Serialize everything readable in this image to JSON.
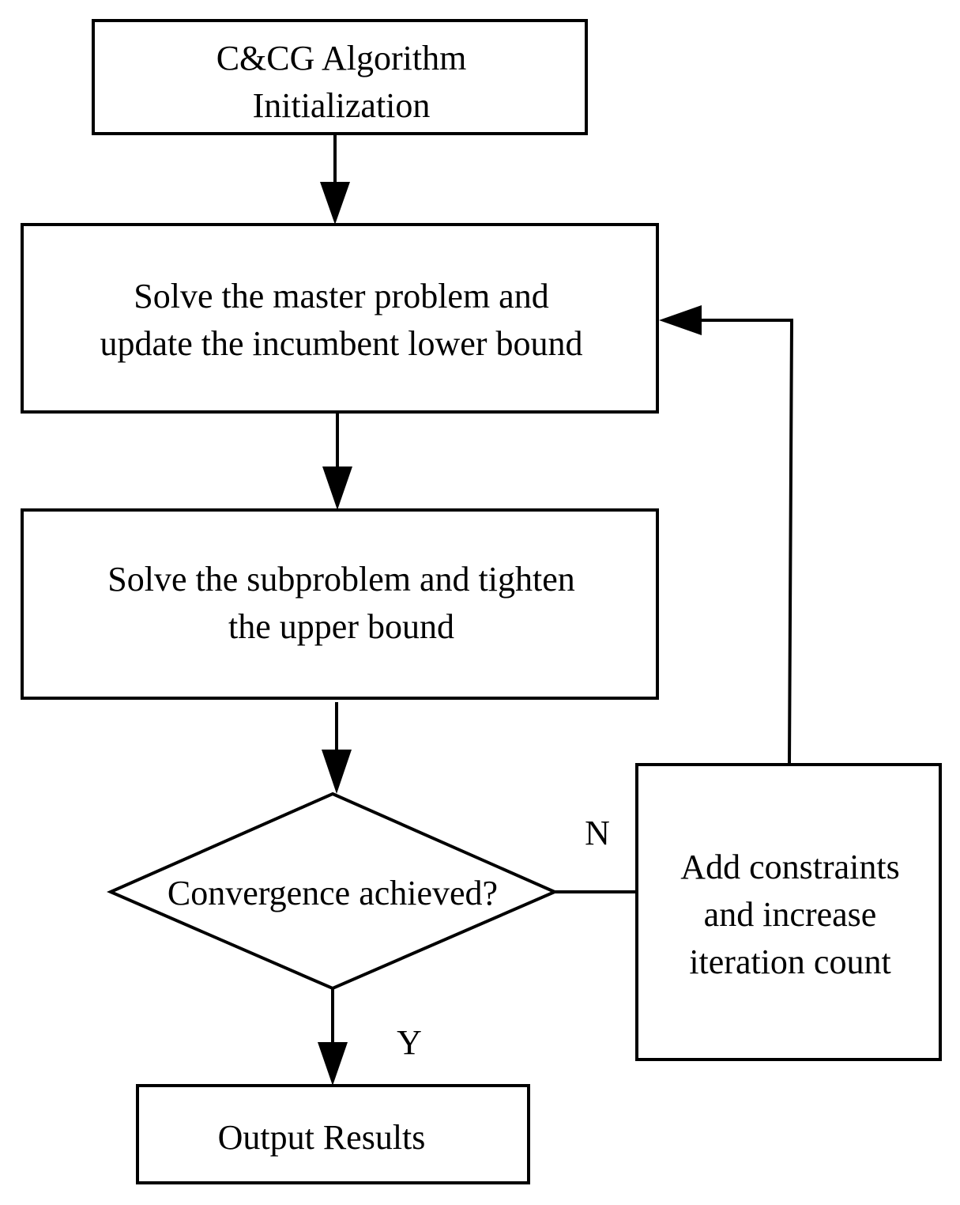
{
  "nodes": {
    "init": {
      "lines": [
        "C&CG Algorithm",
        "Initialization"
      ]
    },
    "master": {
      "lines": [
        "Solve the master problem and",
        "update the incumbent lower bound"
      ]
    },
    "sub": {
      "lines": [
        "Solve the subproblem and tighten",
        "the upper bound"
      ]
    },
    "decision": {
      "lines": [
        "Convergence achieved?"
      ]
    },
    "add": {
      "lines": [
        "Add constraints",
        "and increase",
        "iteration count"
      ]
    },
    "output": {
      "lines": [
        "Output Results"
      ]
    }
  },
  "edges": {
    "no_label": "N",
    "yes_label": "Y"
  },
  "colors": {
    "stroke": "#000000",
    "background": "#ffffff"
  }
}
